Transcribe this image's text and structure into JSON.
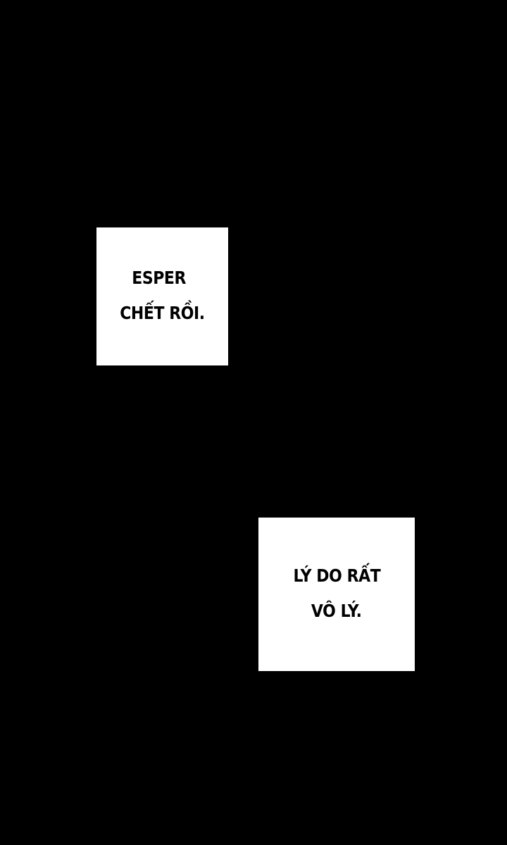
{
  "page": {
    "background_color": "#000000",
    "type": "comic-panel"
  },
  "captions": [
    {
      "lines": [
        "ESPER",
        "CHẾT RỒI."
      ],
      "background_color": "#ffffff",
      "text_color": "#000000"
    },
    {
      "lines": [
        "LÝ DO RẤT",
        "VÔ LÝ."
      ],
      "background_color": "#ffffff",
      "text_color": "#000000"
    }
  ]
}
